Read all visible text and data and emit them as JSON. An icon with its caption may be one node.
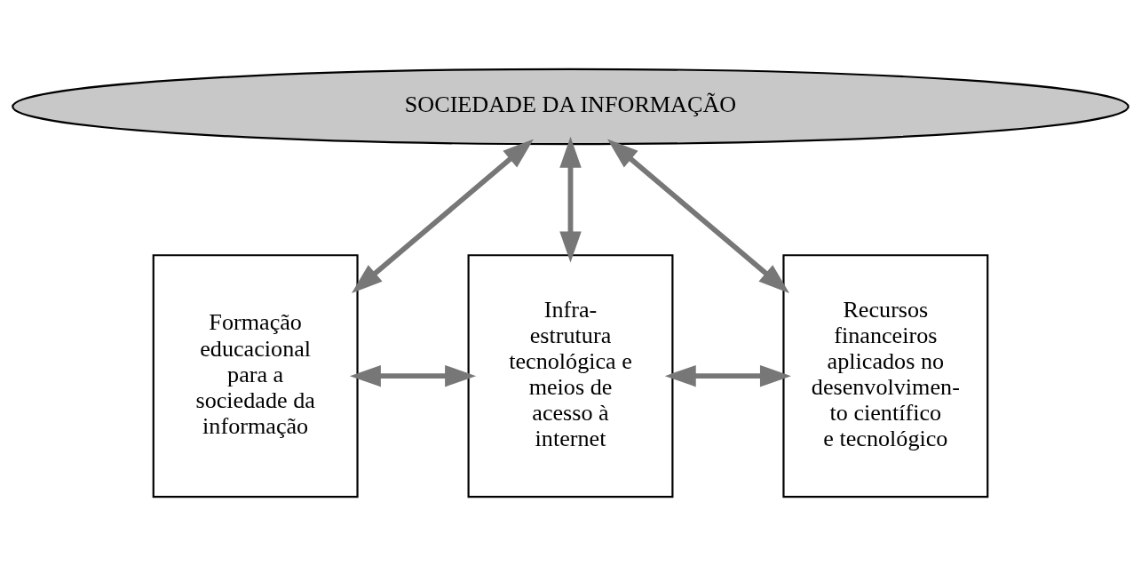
{
  "diagram": {
    "nodes": [
      {
        "text": [
          "SOCIEDADE DA INFORMAÇÃO"
        ]
      },
      {
        "text": [
          "Formação educacional para a sociedade da informação"
        ]
      },
      {
        "text": [
          "Infra- estrutura tecnológica e meios de acesso à internet"
        ]
      },
      {
        "text": [
          "Recursos financeiros aplicados no desenvolvimen- to científico e tecnológico"
        ]
      }
    ],
    "edges": [
      {
        "from": 0,
        "to": 1,
        "arrow": "both"
      },
      {
        "from": 0,
        "to": 2,
        "arrow": "both"
      },
      {
        "from": 0,
        "to": 3,
        "arrow": "both"
      },
      {
        "from": 1,
        "to": 2,
        "arrow": "both"
      },
      {
        "from": 2,
        "to": 3,
        "arrow": "both"
      }
    ]
  }
}
